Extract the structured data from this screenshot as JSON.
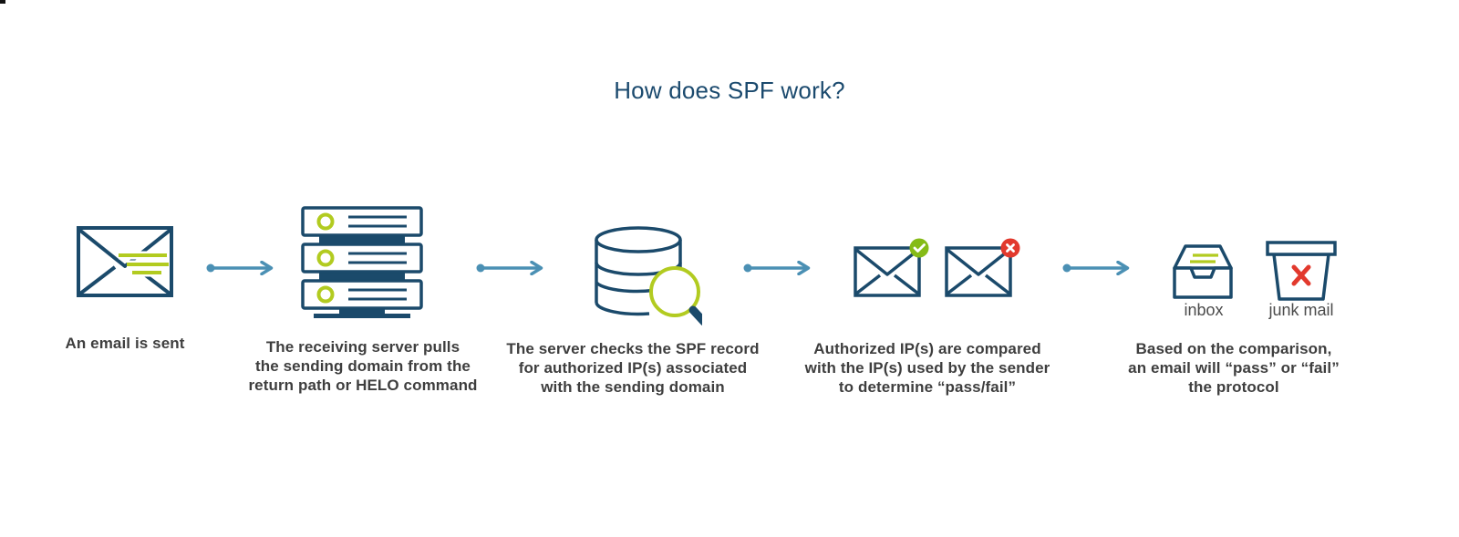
{
  "title": "How does SPF work?",
  "colors": {
    "navy": "#1b4a6b",
    "lime": "#b2cb20",
    "arrow_blue": "#4b90b4",
    "badge_green": "#85bb17",
    "badge_red": "#e2392d",
    "title_navy": "#1b4a6e",
    "caption_gray": "#3e3e3e"
  },
  "steps": [
    {
      "icon": "email-icon",
      "caption": "An email is sent"
    },
    {
      "icon": "server-icon",
      "caption": "The receiving server pulls\nthe sending domain from the\nreturn path or HELO command"
    },
    {
      "icon": "database-search-icon",
      "caption": "The server checks the SPF record\nfor authorized IP(s) associated\nwith the sending domain"
    },
    {
      "icon": "email-pass-icon email-fail-icon",
      "caption": "Authorized IP(s) are compared\nwith the IP(s) used by the sender\nto determine “pass/fail”"
    },
    {
      "icon": "inbox-icon junk-mail-icon",
      "caption": "Based on the comparison,\nan email will “pass” or “fail”\nthe protocol",
      "labels": {
        "inbox": "inbox",
        "junk": "junk mail"
      }
    }
  ],
  "arrows": {
    "icon": "arrow-right-icon",
    "count": 4
  }
}
